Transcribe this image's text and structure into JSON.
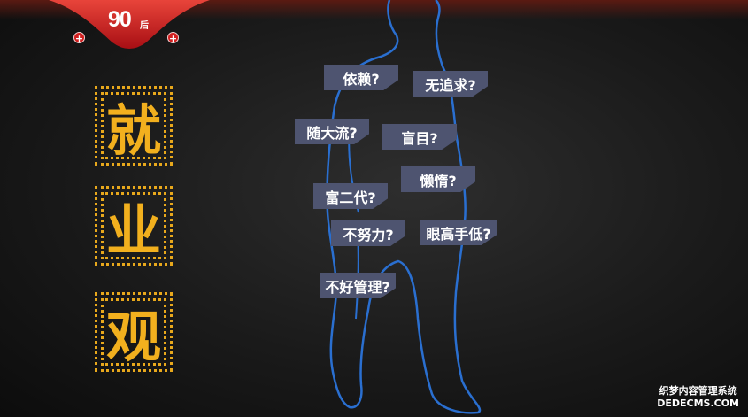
{
  "badge": {
    "number": "90",
    "suffix": "后"
  },
  "title_chars": [
    "就",
    "业",
    "观"
  ],
  "tags": [
    "依赖?",
    "无追求?",
    "随大流?",
    "盲目?",
    "懒惰?",
    "富二代?",
    "不努力?",
    "眼高手低?",
    "不好管理?"
  ],
  "watermark": {
    "line1": "织梦内容管理系统",
    "line2": "DEDECMS.COM"
  },
  "colors": {
    "accent": "#f2b01e",
    "badge": "#c8161d",
    "tag": "#4e5470",
    "outline": "#2a6fd0"
  }
}
